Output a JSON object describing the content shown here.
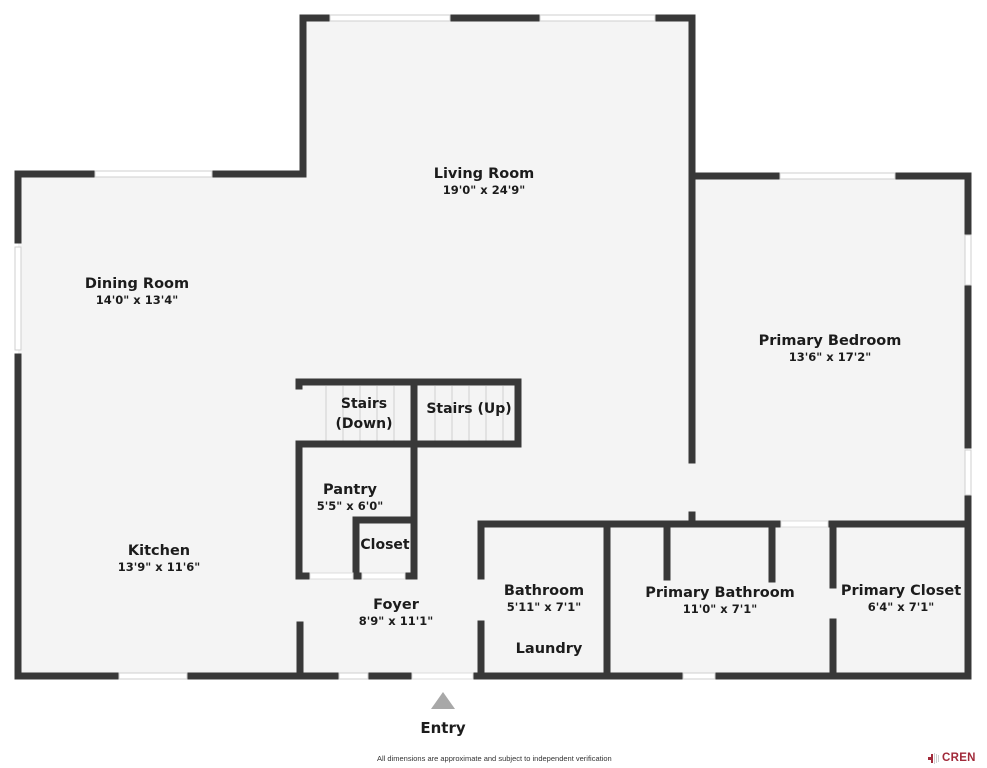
{
  "floorplan": {
    "colors": {
      "wall": "#383838",
      "floor": "#f4f4f4",
      "window": "#ffffff",
      "entry_arrow": "#a8a8a8",
      "logo": "#a12a3a"
    },
    "rooms": [
      {
        "id": "living-room",
        "name": "Living Room",
        "dims": "19'0\" x 24'9\""
      },
      {
        "id": "dining-room",
        "name": "Dining Room",
        "dims": "14'0\" x 13'4\""
      },
      {
        "id": "primary-bedroom",
        "name": "Primary Bedroom",
        "dims": "13'6\" x 17'2\""
      },
      {
        "id": "stairs-down",
        "name": "Stairs (Down)",
        "name_line1": "Stairs",
        "name_line2": "(Down)",
        "dims": ""
      },
      {
        "id": "stairs-up",
        "name": "Stairs (Up)",
        "dims": ""
      },
      {
        "id": "pantry",
        "name": "Pantry",
        "dims": "5'5\" x 6'0\""
      },
      {
        "id": "closet",
        "name": "Closet",
        "dims": ""
      },
      {
        "id": "kitchen",
        "name": "Kitchen",
        "dims": "13'9\" x 11'6\""
      },
      {
        "id": "foyer",
        "name": "Foyer",
        "dims": "8'9\" x 11'1\""
      },
      {
        "id": "bathroom",
        "name": "Bathroom",
        "dims": "5'11\" x 7'1\"",
        "sub_label": "Laundry"
      },
      {
        "id": "primary-bathroom",
        "name": "Primary Bathroom",
        "dims": "11'0\" x 7'1\""
      },
      {
        "id": "primary-closet",
        "name": "Primary Closet",
        "dims": "6'4\" x 7'1\""
      }
    ],
    "entry_label": "Entry",
    "disclaimer": "All dimensions are approximate and subject to independent verification",
    "logo_text": "CREN"
  }
}
